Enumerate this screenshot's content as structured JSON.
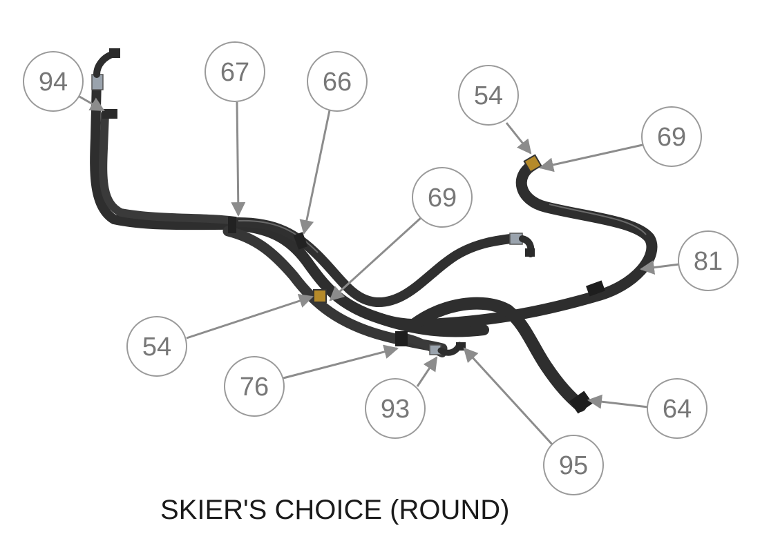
{
  "diagram": {
    "caption": "SKIER'S CHOICE (ROUND)",
    "colors": {
      "hose": "#3a3a3a",
      "hose_highlight": "#6a6a6a",
      "clamp": "#b58a2a",
      "fitting": "#9aa3ad",
      "leader": "#8c8c8c",
      "balloon_stroke": "#9a9a9a",
      "balloon_text": "#777777"
    },
    "callouts": [
      {
        "id": "c94",
        "label": "94"
      },
      {
        "id": "c67",
        "label": "67"
      },
      {
        "id": "c66",
        "label": "66"
      },
      {
        "id": "c54a",
        "label": "54"
      },
      {
        "id": "c69a",
        "label": "69"
      },
      {
        "id": "c69b",
        "label": "69"
      },
      {
        "id": "c81",
        "label": "81"
      },
      {
        "id": "c54b",
        "label": "54"
      },
      {
        "id": "c76",
        "label": "76"
      },
      {
        "id": "c93",
        "label": "93"
      },
      {
        "id": "c95",
        "label": "95"
      },
      {
        "id": "c64",
        "label": "64"
      }
    ]
  }
}
